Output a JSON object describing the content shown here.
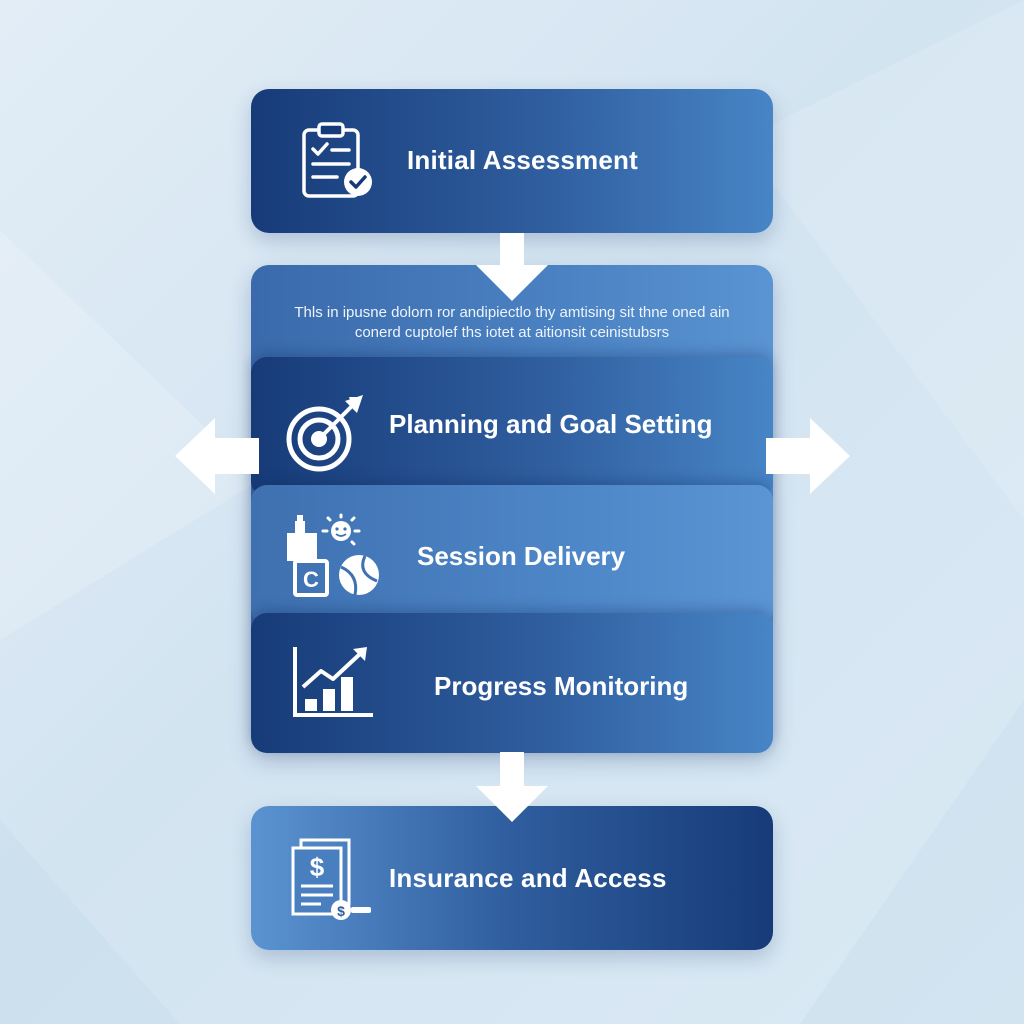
{
  "colors": {
    "background": "#dae9f4",
    "card_dark": "#173b78",
    "card_light": "#5b95d3",
    "arrow": "#ffffff"
  },
  "steps": [
    {
      "label": "Initial Assessment",
      "icon": "clipboard-check-icon"
    },
    {
      "label": "Planning and Goal Setting",
      "icon": "target-arrow-icon"
    },
    {
      "label": "Session Delivery",
      "icon": "toys-blocks-ball-icon"
    },
    {
      "label": "Progress Monitoring",
      "icon": "bar-chart-trend-icon"
    },
    {
      "label": "Insurance and Access",
      "icon": "invoice-dollar-icon"
    }
  ],
  "description": "Thls in ipusne dolorn ror andipiectlo thy amtising sit thne oned ain\nconerd cuptolef ths iotet at aitionsit ceinistubsrs",
  "arrows": [
    "arrow-down-icon",
    "arrow-left-icon",
    "arrow-right-icon",
    "arrow-down-icon"
  ]
}
